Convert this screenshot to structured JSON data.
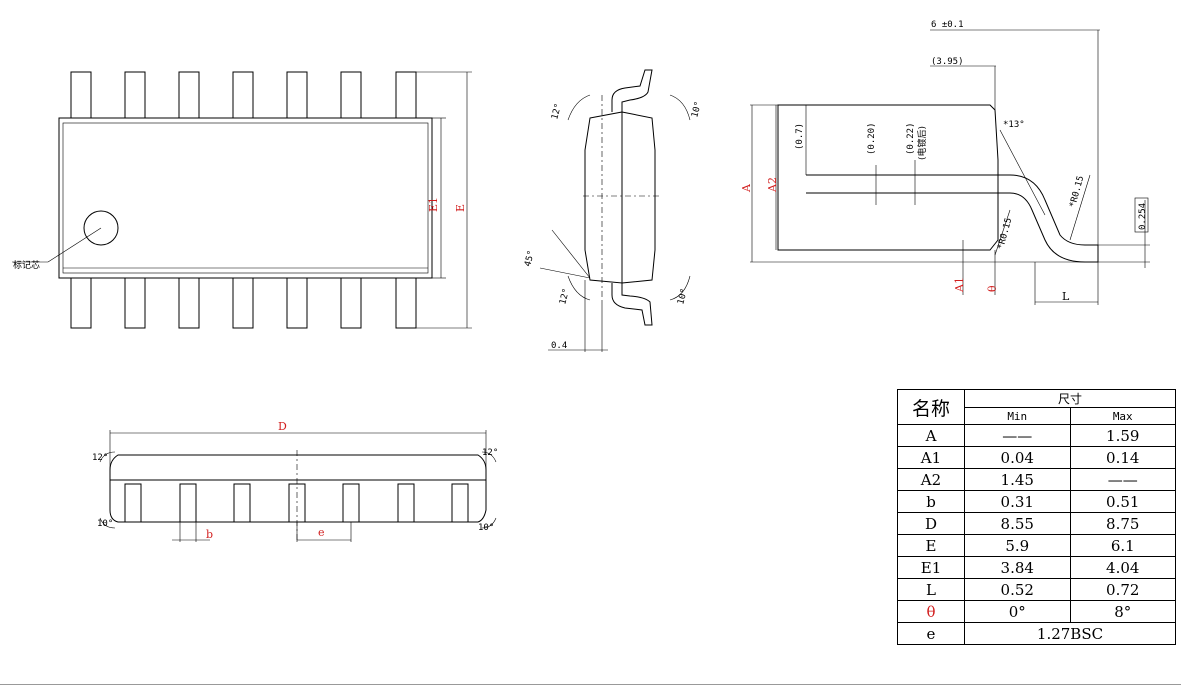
{
  "drawing": {
    "top_view": {
      "mark_label": "标记芯",
      "dim_E1": "E1",
      "dim_E": "E"
    },
    "side_view": {
      "angle_12_top": "12°",
      "angle_10_top": "10°",
      "angle_45": "45°",
      "angle_12_bottom": "12°",
      "angle_10_bottom": "10°",
      "dim_04": "0.4"
    },
    "profile_view": {
      "dim_width": "6 ±0.1",
      "dim_395": "(3.95)",
      "dim_07": "(0.7)",
      "dim_020": "(0.20)",
      "dim_022": "(0.22)",
      "note_plated": "(电镀后)",
      "angle_13": "*13°",
      "radius_top": "*R0.15",
      "radius_bottom": "*R0.15",
      "dim_0254": "0.254",
      "dim_A": "A",
      "dim_A2": "A2",
      "dim_A1": "A1",
      "dim_theta": "θ",
      "dim_L": "L"
    },
    "front_view": {
      "dim_D": "D",
      "angle_tl": "12°",
      "angle_tr": "12°",
      "angle_bl": "10°",
      "angle_br": "10°",
      "dim_b": "b",
      "dim_e": "e"
    }
  },
  "table": {
    "header_name": "名称",
    "header_size": "尺寸",
    "header_min": "Min",
    "header_max": "Max",
    "rows": [
      {
        "sym": "A",
        "min": "——",
        "max": "1.59"
      },
      {
        "sym": "A1",
        "min": "0.04",
        "max": "0.14"
      },
      {
        "sym": "A2",
        "min": "1.45",
        "max": "——"
      },
      {
        "sym": "b",
        "min": "0.31",
        "max": "0.51"
      },
      {
        "sym": "D",
        "min": "8.55",
        "max": "8.75"
      },
      {
        "sym": "E",
        "min": "5.9",
        "max": "6.1"
      },
      {
        "sym": "E1",
        "min": "3.84",
        "max": "4.04"
      },
      {
        "sym": "L",
        "min": "0.52",
        "max": "0.72"
      },
      {
        "sym": "θ",
        "min": "0°",
        "max": "8°"
      }
    ],
    "last_row": {
      "sym": "e",
      "value": "1.27BSC"
    }
  },
  "colors": {
    "accent_red": "#d21e1e",
    "line": "#000000"
  }
}
